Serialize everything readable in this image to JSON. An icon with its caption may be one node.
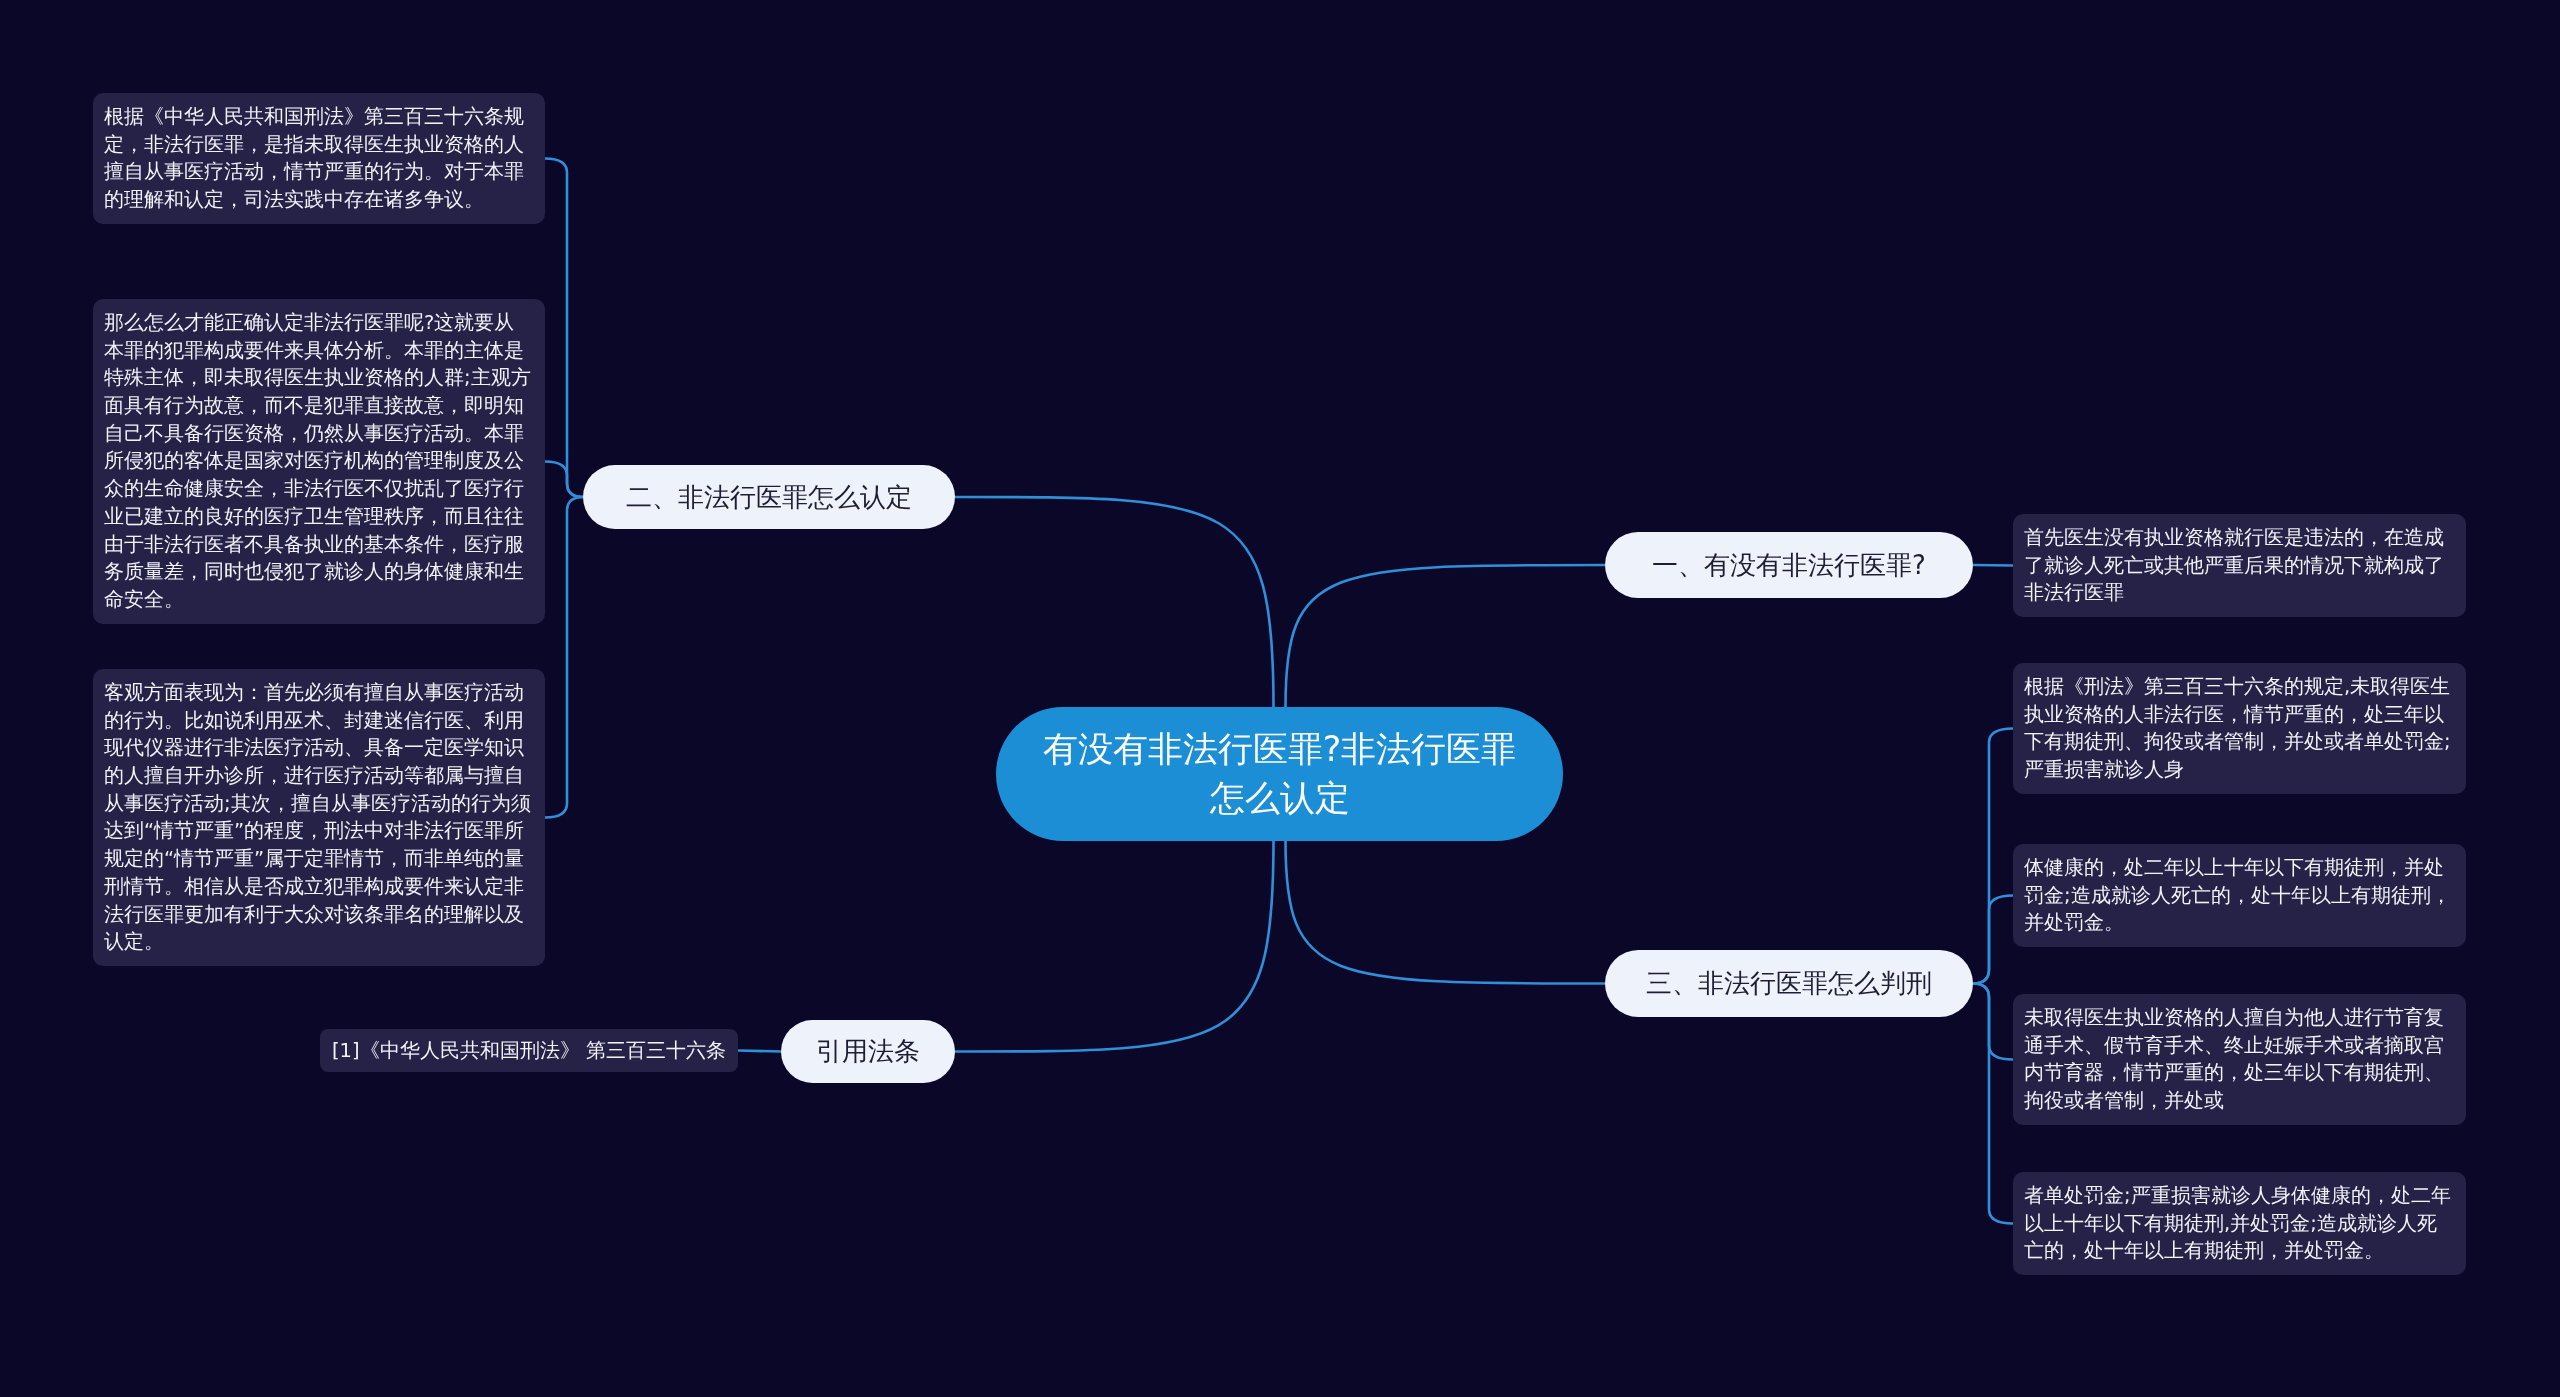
{
  "diagram": {
    "nodes": [
      {
        "text": [
          "有没有非法行医罪?非法行医罪怎么认定"
        ]
      },
      {
        "text": [
          "二、非法行医罪怎么认定"
        ]
      },
      {
        "text": [
          "根据《中华人民共和国刑法》第三百三十六条规定，非法行医罪，是指未取得医生执业资格的人擅自从事医疗活动，情节严重的行为。对于本罪的理解和认定，司法实践中存在诸多争议。"
        ]
      },
      {
        "text": [
          "那么怎么才能正确认定非法行医罪呢?这就要从本罪的犯罪构成要件来具体分析。本罪的主体是特殊主体，即未取得医生执业资格的人群;主观方面具有行为故意，而不是犯罪直接故意，即明知自己不具备行医资格，仍然从事医疗活动。本罪所侵犯的客体是国家对医疗机构的管理制度及公众的生命健康安全，非法行医不仅扰乱了医疗行业已建立的良好的医疗卫生管理秩序，而且往往由于非法行医者不具备执业的基本条件，医疗服务质量差，同时也侵犯了就诊人的身体健康和生命安全。"
        ]
      },
      {
        "text": [
          "客观方面表现为：首先必须有擅自从事医疗活动的行为。比如说利用巫术、封建迷信行医、利用现代仪器进行非法医疗活动、具备一定医学知识的人擅自开办诊所，进行医疗活动等都属与擅自从事医疗活动;其次，擅自从事医疗活动的行为须达到“情节严重”的程度，刑法中对非法行医罪所规定的“情节严重”属于定罪情节，而非单纯的量刑情节。相信从是否成立犯罪构成要件来认定非法行医罪更加有利于大众对该条罪名的理解以及认定。"
        ]
      },
      {
        "text": [
          "引用法条"
        ]
      },
      {
        "text": [
          "[1]《中华人民共和国刑法》 第三百三十六条"
        ]
      },
      {
        "text": [
          "一、有没有非法行医罪?"
        ]
      },
      {
        "text": [
          "首先医生没有执业资格就行医是违法的，在造成了就诊人死亡或其他严重后果的情况下就构成了非法行医罪"
        ]
      },
      {
        "text": [
          "三、非法行医罪怎么判刑"
        ]
      },
      {
        "text": [
          "根据《刑法》第三百三十六条的规定,未取得医生执业资格的人非法行医，情节严重的，处三年以下有期徒刑、拘役或者管制，并处或者单处罚金;严重损害就诊人身"
        ]
      },
      {
        "text": [
          "体健康的，处二年以上十年以下有期徒刑，并处罚金;造成就诊人死亡的，处十年以上有期徒刑，并处罚金。"
        ]
      },
      {
        "text": [
          "未取得医生执业资格的人擅自为他人进行节育复通手术、假节育手术、终止妊娠手术或者摘取宫内节育器，情节严重的，处三年以下有期徒刑、拘役或者管制，并处或"
        ]
      },
      {
        "text": [
          "者单处罚金;严重损害就诊人身体健康的，处二年以上十年以下有期徒刑,并处罚金;造成就诊人死亡的，处十年以上有期徒刑，并处罚金。"
        ]
      }
    ],
    "edges": [
      {
        "from": 0,
        "to": 1,
        "arrow": "none"
      },
      {
        "from": 1,
        "to": 2,
        "arrow": "none"
      },
      {
        "from": 1,
        "to": 3,
        "arrow": "none"
      },
      {
        "from": 1,
        "to": 4,
        "arrow": "none"
      },
      {
        "from": 0,
        "to": 5,
        "arrow": "none"
      },
      {
        "from": 5,
        "to": 6,
        "arrow": "none"
      },
      {
        "from": 0,
        "to": 7,
        "arrow": "none"
      },
      {
        "from": 7,
        "to": 8,
        "arrow": "none"
      },
      {
        "from": 0,
        "to": 9,
        "arrow": "none"
      },
      {
        "from": 9,
        "to": 10,
        "arrow": "none"
      },
      {
        "from": 9,
        "to": 11,
        "arrow": "none"
      },
      {
        "from": 9,
        "to": 12,
        "arrow": "none"
      },
      {
        "from": 9,
        "to": 13,
        "arrow": "none"
      }
    ]
  }
}
